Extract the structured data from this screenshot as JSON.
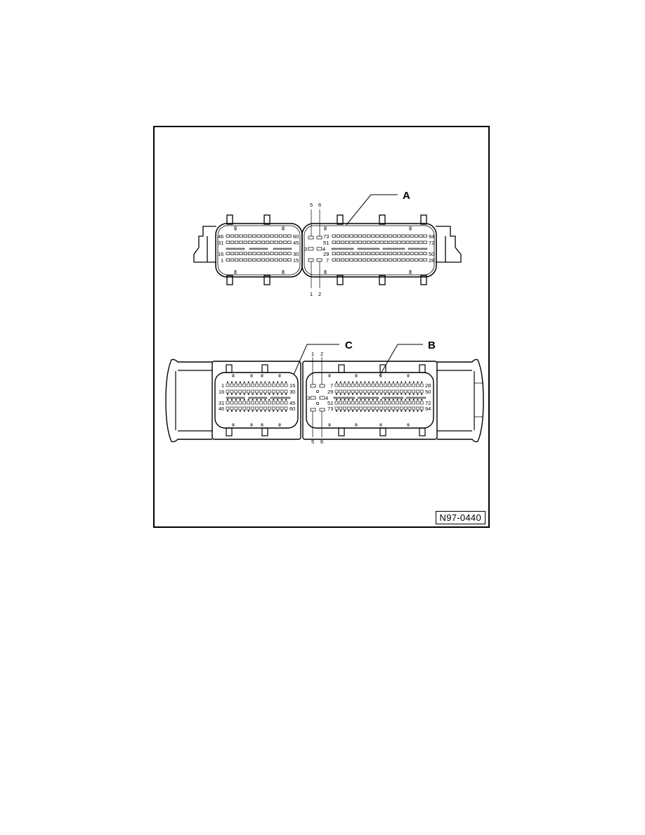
{
  "figure": {
    "id_label": "N97-0440",
    "callouts": [
      {
        "letter": "A",
        "target": "connector-upper-harness-side"
      },
      {
        "letter": "B",
        "target": "connector-lower-94-pin-section"
      },
      {
        "letter": "C",
        "target": "connector-lower-60-pin-section"
      }
    ]
  },
  "upper_connector": {
    "callout": "A",
    "left_block": {
      "rows": [
        {
          "start": "46",
          "end": "60"
        },
        {
          "start": "31",
          "end": "45"
        },
        {
          "start": "16",
          "end": "30"
        },
        {
          "start": "1",
          "end": "15"
        }
      ]
    },
    "center_pins": {
      "top": [
        "5",
        "6"
      ],
      "middle": [
        "3",
        "4"
      ],
      "bottom": [
        "1",
        "2"
      ]
    },
    "right_block": {
      "rows": [
        {
          "start": "73",
          "end": "94"
        },
        {
          "start": "51",
          "end": "72"
        },
        {
          "start": "29",
          "end": "50"
        },
        {
          "start": "7",
          "end": "28"
        }
      ]
    }
  },
  "lower_connector": {
    "left_block": {
      "callout": "C",
      "rows": [
        {
          "start": "1",
          "end": "15"
        },
        {
          "start": "16",
          "end": "30"
        },
        {
          "start": "31",
          "end": "45"
        },
        {
          "start": "46",
          "end": "60"
        }
      ]
    },
    "center_pins": {
      "top": [
        "1",
        "2"
      ],
      "middle": [
        "3",
        "4"
      ],
      "bottom": [
        "5",
        "6"
      ]
    },
    "right_block": {
      "callout": "B",
      "rows": [
        {
          "start": "7",
          "end": "28"
        },
        {
          "start": "29",
          "end": "50"
        },
        {
          "start": "51",
          "end": "72"
        },
        {
          "start": "73",
          "end": "94"
        }
      ]
    }
  }
}
